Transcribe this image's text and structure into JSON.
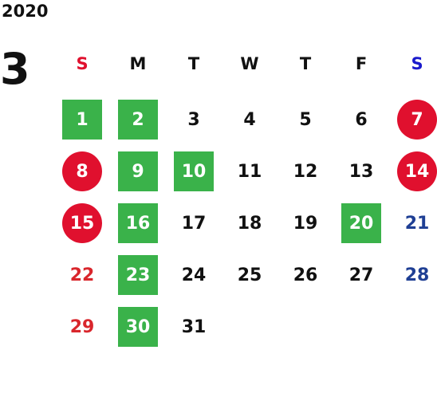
{
  "calendar": {
    "year": "2020",
    "month": "3",
    "weekdays": [
      {
        "label": "S",
        "color": "#e0102e"
      },
      {
        "label": "M",
        "color": "#111111"
      },
      {
        "label": "T",
        "color": "#111111"
      },
      {
        "label": "W",
        "color": "#111111"
      },
      {
        "label": "T",
        "color": "#111111"
      },
      {
        "label": "F",
        "color": "#111111"
      },
      {
        "label": "S",
        "color": "#1a1acc"
      }
    ],
    "days": [
      {
        "label": "1",
        "weekday": 0,
        "week": 0,
        "style": "green"
      },
      {
        "label": "2",
        "weekday": 1,
        "week": 0,
        "style": "green"
      },
      {
        "label": "3",
        "weekday": 2,
        "week": 0,
        "style": "plain"
      },
      {
        "label": "4",
        "weekday": 3,
        "week": 0,
        "style": "plain"
      },
      {
        "label": "5",
        "weekday": 4,
        "week": 0,
        "style": "plain"
      },
      {
        "label": "6",
        "weekday": 5,
        "week": 0,
        "style": "plain"
      },
      {
        "label": "7",
        "weekday": 6,
        "week": 0,
        "style": "circle"
      },
      {
        "label": "8",
        "weekday": 0,
        "week": 1,
        "style": "circle"
      },
      {
        "label": "9",
        "weekday": 1,
        "week": 1,
        "style": "green"
      },
      {
        "label": "10",
        "weekday": 2,
        "week": 1,
        "style": "green"
      },
      {
        "label": "11",
        "weekday": 3,
        "week": 1,
        "style": "plain"
      },
      {
        "label": "12",
        "weekday": 4,
        "week": 1,
        "style": "plain"
      },
      {
        "label": "13",
        "weekday": 5,
        "week": 1,
        "style": "plain"
      },
      {
        "label": "14",
        "weekday": 6,
        "week": 1,
        "style": "circle"
      },
      {
        "label": "15",
        "weekday": 0,
        "week": 2,
        "style": "circle"
      },
      {
        "label": "16",
        "weekday": 1,
        "week": 2,
        "style": "green"
      },
      {
        "label": "17",
        "weekday": 2,
        "week": 2,
        "style": "plain"
      },
      {
        "label": "18",
        "weekday": 3,
        "week": 2,
        "style": "plain"
      },
      {
        "label": "19",
        "weekday": 4,
        "week": 2,
        "style": "plain"
      },
      {
        "label": "20",
        "weekday": 5,
        "week": 2,
        "style": "green"
      },
      {
        "label": "21",
        "weekday": 6,
        "week": 2,
        "style": "sat"
      },
      {
        "label": "22",
        "weekday": 0,
        "week": 3,
        "style": "sun"
      },
      {
        "label": "23",
        "weekday": 1,
        "week": 3,
        "style": "green"
      },
      {
        "label": "24",
        "weekday": 2,
        "week": 3,
        "style": "plain"
      },
      {
        "label": "25",
        "weekday": 3,
        "week": 3,
        "style": "plain"
      },
      {
        "label": "26",
        "weekday": 4,
        "week": 3,
        "style": "plain"
      },
      {
        "label": "27",
        "weekday": 5,
        "week": 3,
        "style": "plain"
      },
      {
        "label": "28",
        "weekday": 6,
        "week": 3,
        "style": "sat"
      },
      {
        "label": "29",
        "weekday": 0,
        "week": 4,
        "style": "sun"
      },
      {
        "label": "30",
        "weekday": 1,
        "week": 4,
        "style": "green"
      },
      {
        "label": "31",
        "weekday": 2,
        "week": 4,
        "style": "plain"
      }
    ]
  },
  "colors": {
    "green_bg": "#3ab24a",
    "holiday_circle": "#e0102e",
    "sunday_text": "#d9262c",
    "saturday_text": "#1f3f94",
    "text": "#111111"
  }
}
